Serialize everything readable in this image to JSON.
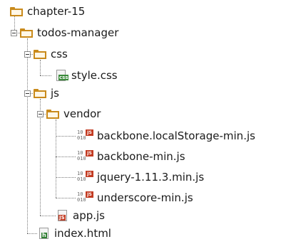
{
  "tree": {
    "root": {
      "label": "chapter-15",
      "icon": "folder-icon"
    },
    "todos_manager": {
      "label": "todos-manager",
      "icon": "folder-icon"
    },
    "css_folder": {
      "label": "css",
      "icon": "folder-icon"
    },
    "style_css": {
      "label": "style.css",
      "icon": "css-file-icon"
    },
    "js_folder": {
      "label": "js",
      "icon": "folder-icon"
    },
    "vendor_folder": {
      "label": "vendor",
      "icon": "folder-icon"
    },
    "vendor_files": [
      {
        "label": "backbone.localStorage-min.js",
        "icon": "binary-js-file-icon",
        "bits_top": "10",
        "bits_bottom": "010",
        "mark": "JS"
      },
      {
        "label": "backbone-min.js",
        "icon": "binary-js-file-icon",
        "bits_top": "10",
        "bits_bottom": "010",
        "mark": "JS"
      },
      {
        "label": "jquery-1.11.3.min.js",
        "icon": "binary-js-file-icon",
        "bits_top": "10",
        "bits_bottom": "010",
        "mark": "JS"
      },
      {
        "label": "underscore-min.js",
        "icon": "binary-js-file-icon",
        "bits_top": "10",
        "bits_bottom": "010",
        "mark": "JS"
      }
    ],
    "app_js": {
      "label": "app.js",
      "icon": "js-file-icon",
      "mark": "JS"
    },
    "index_html": {
      "label": "index.html",
      "icon": "html-file-icon",
      "mark": "h"
    },
    "style_css_mark": "css"
  },
  "colors": {
    "folder": "#c98a1b",
    "js_badge": "#c23b22",
    "css_badge": "#3a8a3a",
    "html_badge": "#2f7d32"
  }
}
